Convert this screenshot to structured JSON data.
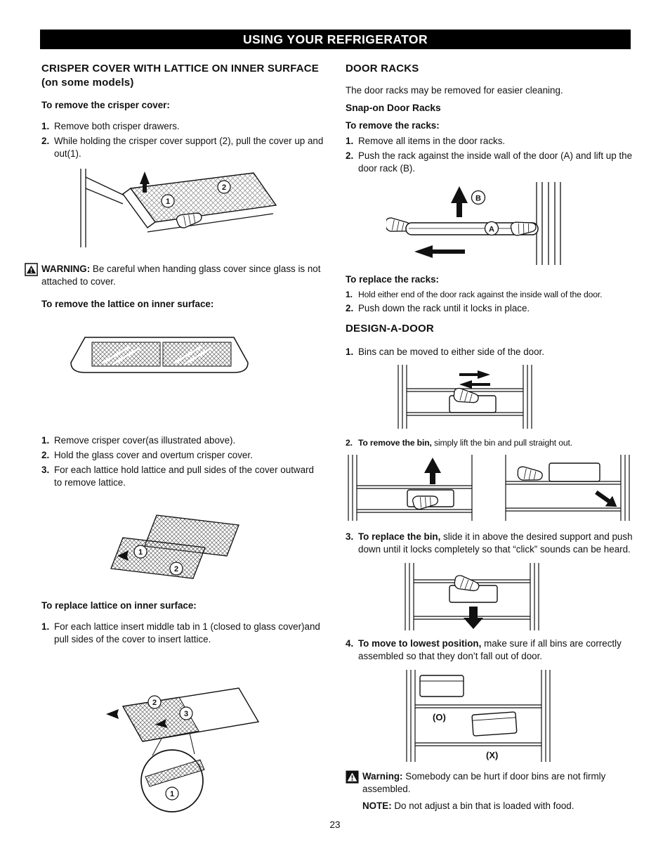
{
  "header": {
    "title": "USING YOUR REFRIGERATOR"
  },
  "page_number": "23",
  "left": {
    "heading": "CRISPER COVER WITH LATTICE ON INNER SURFACE (on some models)",
    "remove_cover_title": "To remove the crisper cover:",
    "remove_cover_steps": [
      {
        "num": "1.",
        "bold": "",
        "text": "Remove both crisper drawers."
      },
      {
        "num": "2.",
        "bold": "",
        "text": "While holding the crisper cover support (2), pull the cover up and out(1)."
      }
    ],
    "warning": {
      "label": "WARNING:",
      "text": "Be careful when handing glass cover since glass is not attached to cover."
    },
    "remove_lattice_title": "To remove the lattice on inner surface:",
    "remove_lattice_steps": [
      {
        "num": "1.",
        "bold": "",
        "text": "Remove crisper cover(as illustrated above)."
      },
      {
        "num": "2.",
        "bold": "",
        "text": "Hold the glass cover and overtum crisper cover."
      },
      {
        "num": "3.",
        "bold": "",
        "text": "For each lattice hold lattice and pull sides of the cover outward to remove lattice."
      }
    ],
    "replace_lattice_title": "To replace lattice on inner surface:",
    "replace_lattice_steps": [
      {
        "num": "1.",
        "bold": "",
        "text": "For each lattice insert middle tab in 1 (closed to glass cover)and pull sides of the cover to insert lattice."
      }
    ]
  },
  "right": {
    "door_racks_heading": "DOOR RACKS",
    "door_racks_intro": "The door racks may be removed for easier cleaning.",
    "snap_on_heading": "Snap-on Door Racks",
    "remove_racks_title": "To remove the racks:",
    "remove_racks_steps": [
      {
        "num": "1.",
        "bold": "",
        "text": "Remove all items in the door racks."
      },
      {
        "num": "2.",
        "bold": "",
        "text": "Push the rack against the inside wall of the door (A) and lift up the door rack (B)."
      }
    ],
    "replace_racks_title": "To replace the racks:",
    "replace_racks_steps": [
      {
        "num": "1.",
        "bold": "",
        "text": "Hold either end of the door rack against the inside wall of the door."
      },
      {
        "num": "2.",
        "bold": "",
        "text": "Push down the rack until it locks in place."
      }
    ],
    "design_heading": "DESIGN-A-DOOR",
    "design_steps": [
      {
        "num": "1.",
        "bold": "",
        "text": "Bins can be moved to either side of the door."
      },
      {
        "num": "2.",
        "bold": "To remove the bin,",
        "text": "simply lift the bin and pull straight out."
      },
      {
        "num": "3.",
        "bold": "To replace the bin,",
        "text": "slide it in above the desired support and push down until it locks completely so that “click” sounds can be heard."
      },
      {
        "num": "4.",
        "bold": "To move to lowest position,",
        "text": "make sure if all bins are correctly assembled so that they don’t fall out of door."
      }
    ],
    "warning": {
      "label": "Warning:",
      "text": "Somebody can be hurt if door bins are not firmly assembled."
    },
    "note": {
      "label": "NOTE:",
      "text": "Do not adjust a bin that is loaded with food."
    }
  },
  "figures": {
    "crisper_cover": {
      "label_1": "1",
      "label_2": "2"
    },
    "lattice_pair": {
      "label_1": "1",
      "label_2": "2"
    },
    "replace_lattice": {
      "label_1": "1",
      "label_2": "2",
      "label_3": "3"
    },
    "door_rack": {
      "label_a": "A",
      "label_b": "B"
    },
    "lowest_position": {
      "ok_label": "(O)",
      "wrong_label": "(X)"
    }
  }
}
